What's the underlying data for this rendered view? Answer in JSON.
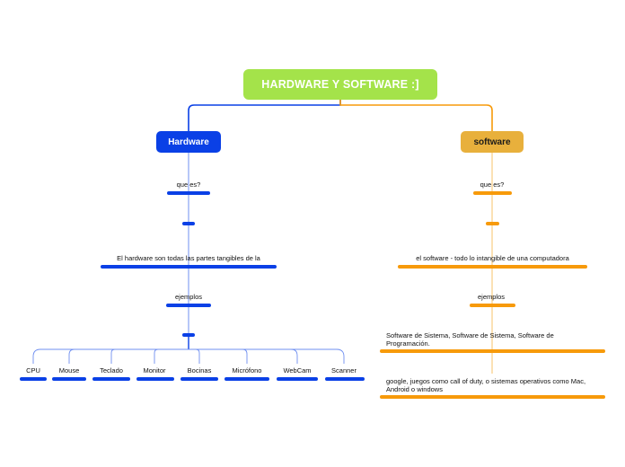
{
  "colors": {
    "root_bg": "#a4e34a",
    "hardware": "#0a40e6",
    "hardware_line": "#6f8ff0",
    "software_bg": "#e8b03c",
    "software": "#f79a0a",
    "software_line": "#f7c36a"
  },
  "root": {
    "title": "HARDWARE Y SOFTWARE :]"
  },
  "hardware": {
    "title": "Hardware",
    "question": "que es?",
    "definition": "El hardware son todas las partes tangibles de la",
    "examples_label": "ejemplos",
    "examples": [
      "CPU",
      "Mouse",
      "Teclado",
      "Monitor",
      "Bocinas",
      "Micrófono",
      "WebCam",
      "Scanner"
    ]
  },
  "software": {
    "title": "software",
    "question": "que es?",
    "definition": "el software - todo lo intangible de una computadora",
    "examples_label": "ejemplos",
    "types": "Software de Sistema, Software de Sistema, Software de Programación.",
    "example_list": "google, juegos como call of duty, o sistemas operativos como Mac, Android o windows"
  }
}
